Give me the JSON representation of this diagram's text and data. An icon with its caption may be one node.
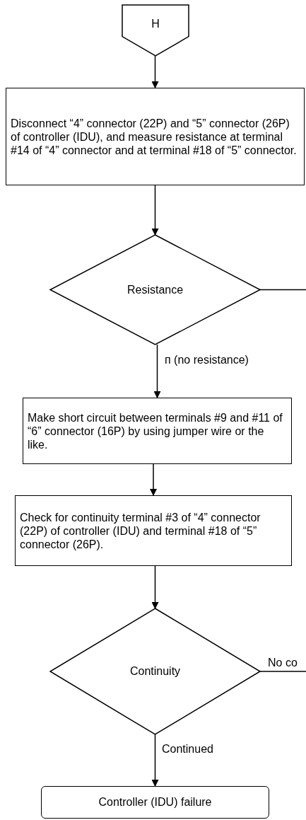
{
  "diagram": {
    "nodes": [
      {
        "text": [
          "H"
        ]
      },
      {
        "text": [
          "Disconnect “4” connector (22P) and “5” connector (26P) of controller (IDU), and measure resistance at terminal #14 of “4” connector and at terminal #18 of “5” connector."
        ]
      },
      {
        "text": [
          "Resistance"
        ]
      },
      {
        "text": [
          "Make short circuit between terminals #9 and #11 of “6” connector (16P) by using jumper wire or the like."
        ]
      },
      {
        "text": [
          "Check for continuity terminal #3 of “4” connector (22P) of controller (IDU) and terminal #18 of “5” connector (26P)."
        ]
      },
      {
        "text": [
          "Continuity"
        ]
      },
      {
        "text": [
          "Controller (IDU) failure"
        ]
      }
    ],
    "edges": [
      {
        "from": 0,
        "to": 1,
        "arrow": "to"
      },
      {
        "from": 1,
        "to": 2,
        "arrow": "to"
      },
      {
        "from": 2,
        "to": null,
        "arrow": "none"
      },
      {
        "from": 2,
        "to": 3,
        "arrow": "to",
        "label": "п (no resistance)"
      },
      {
        "from": 3,
        "to": 4,
        "arrow": "to"
      },
      {
        "from": 4,
        "to": 5,
        "arrow": "to"
      },
      {
        "from": 5,
        "to": null,
        "arrow": "none",
        "label": "No co"
      },
      {
        "from": 5,
        "to": 6,
        "arrow": "to",
        "label": "Continued"
      }
    ]
  }
}
